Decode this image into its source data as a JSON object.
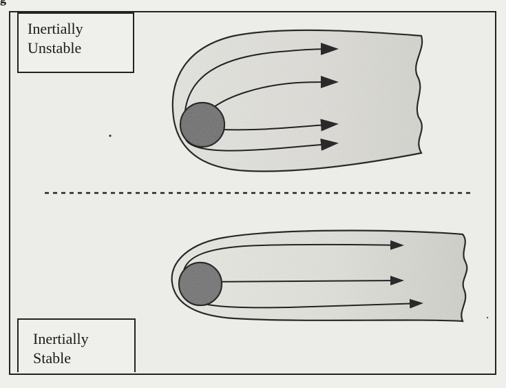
{
  "figure": {
    "caption": "g"
  },
  "panels": {
    "top": {
      "label_line1": "Inertially",
      "label_line2": "Unstable"
    },
    "bottom": {
      "label_line1": "Inertially",
      "label_line2": "Stable"
    }
  },
  "colors": {
    "ink": "#222222",
    "paper": "#ecece8",
    "plume_shade": "#dcdcd6",
    "disk": "#6b6b6b"
  }
}
